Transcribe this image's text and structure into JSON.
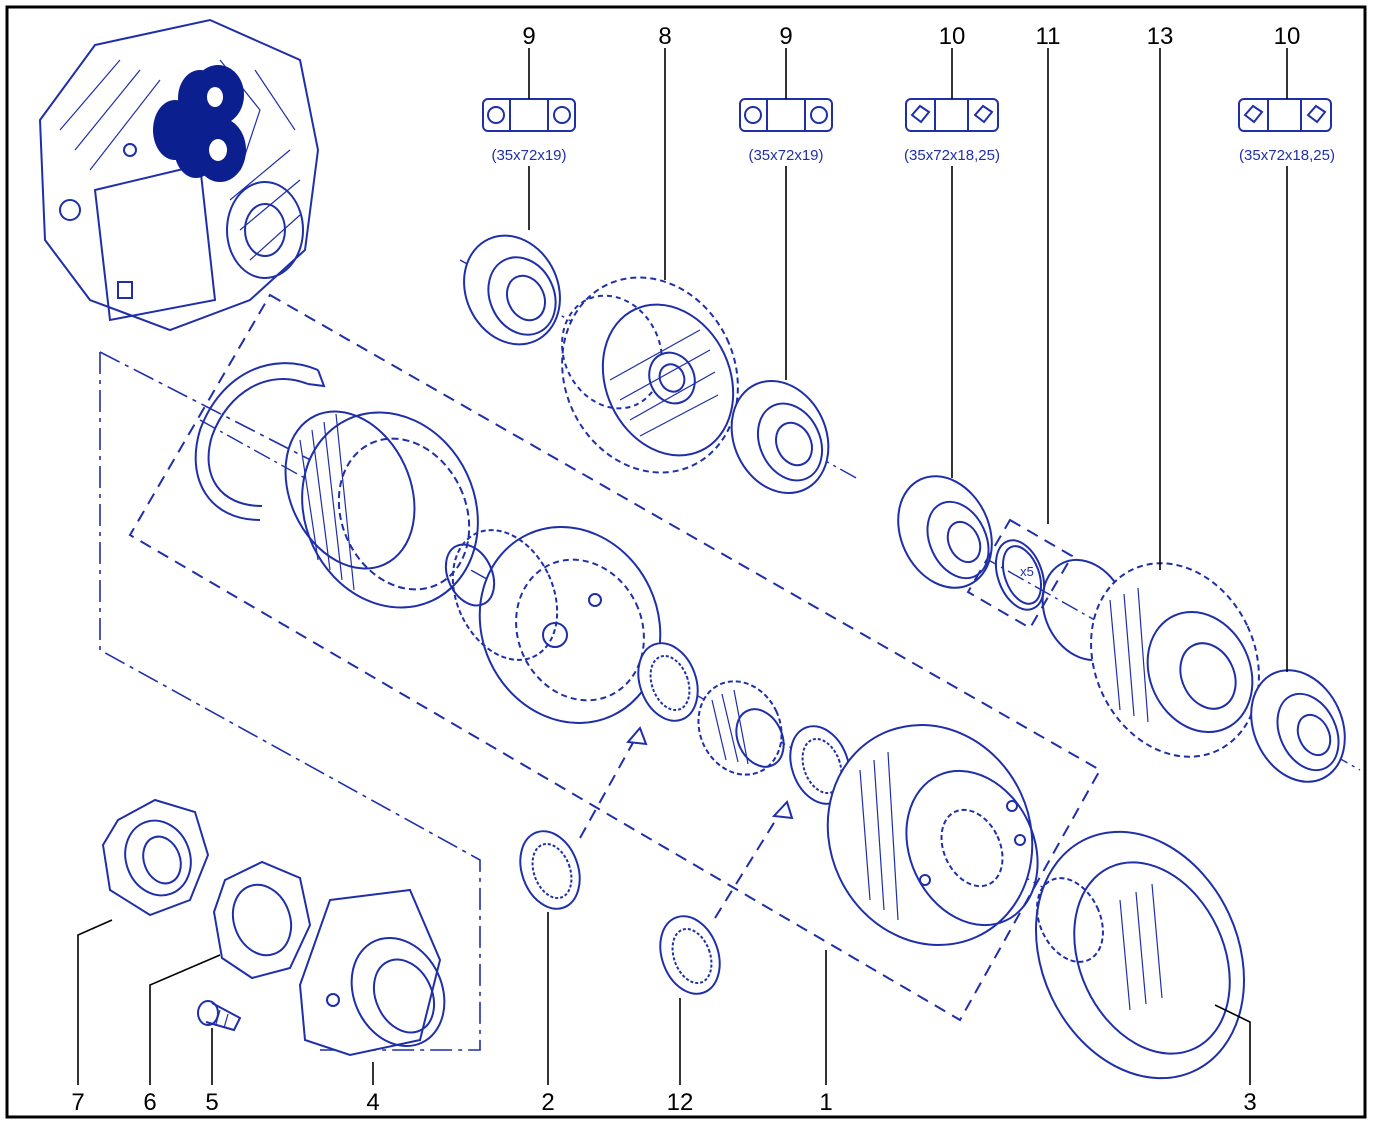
{
  "colors": {
    "ink": "#1f2fa8",
    "highlight": "#0b1f8f",
    "frame": "#000000",
    "background": "#ffffff"
  },
  "callouts": {
    "n1": "1",
    "n2": "2",
    "n3": "3",
    "n4": "4",
    "n5": "5",
    "n6": "6",
    "n7": "7",
    "n8": "8",
    "n9a": "9",
    "n9b": "9",
    "n10a": "10",
    "n10b": "10",
    "n11": "11",
    "n12": "12",
    "n13": "13"
  },
  "bearing_specs": {
    "b9a": "(35x72x19)",
    "b9b": "(35x72x19)",
    "b10a": "(35x72x18,25)",
    "b10b": "(35x72x18,25)"
  },
  "quantity_note": "x5",
  "icons": {
    "ball_bearing": "ball-bearing-symbol-icon",
    "taper_bearing": "tapered-roller-bearing-symbol-icon",
    "gearbox_thumbnail": "gearbox-location-thumbnail"
  }
}
